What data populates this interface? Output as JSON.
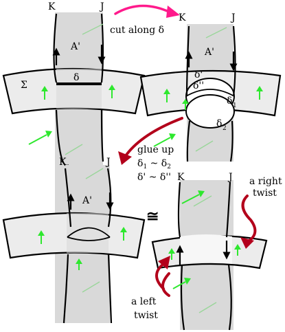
{
  "labels": {
    "K": "K",
    "J": "J",
    "A_prime": "A'",
    "Sigma": "Σ",
    "delta": "δ",
    "delta_prime": "δ'",
    "delta_dprime": "δ''",
    "delta_base": "δ",
    "sub_1": "1",
    "sub_2": "2"
  },
  "annotations": {
    "cut": "cut along δ",
    "glue_title": "glue up",
    "glue_line1_pre": "δ",
    "glue_line1_sub1": "1",
    "glue_line1_mid": " ~ δ",
    "glue_line1_sub2": "2",
    "glue_line2": "δ' ~ δ''",
    "congruent": "≅",
    "right_twist_1": "a right",
    "right_twist_2": "twist",
    "left_twist_1": "a left",
    "left_twist_2": "twist"
  },
  "colors": {
    "green_arrow": "#2ee82e",
    "red_arrow": "#b3001b",
    "pink_arrow": "#ff1a8c",
    "tube_fill": "#d9d9d9",
    "band_fill": "#ececec"
  }
}
